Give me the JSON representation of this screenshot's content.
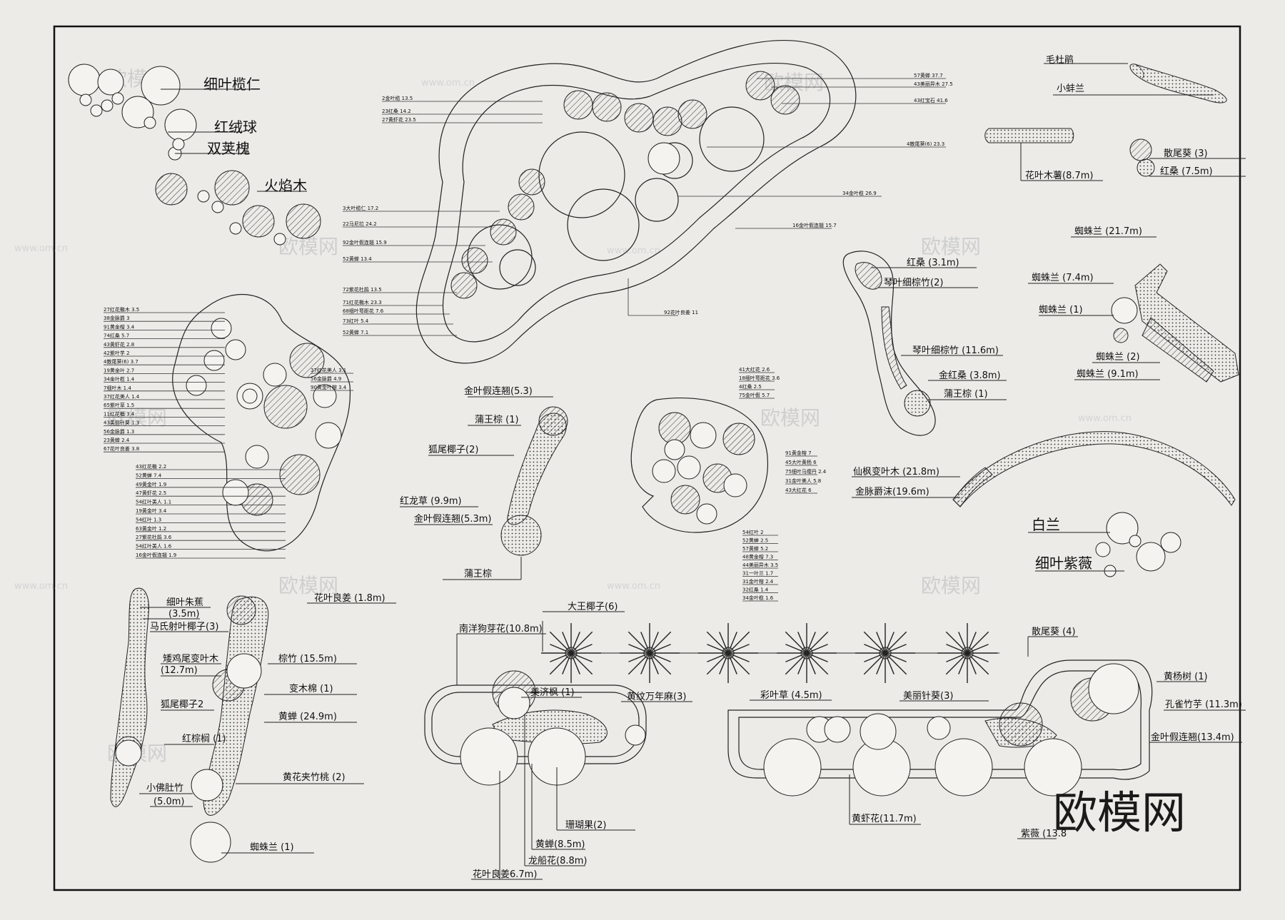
{
  "watermark": {
    "brand": "欧模网",
    "url": "www.om.cn"
  },
  "logo": {
    "text": "欧模网"
  },
  "legend": {
    "a1": "细叶榄仁",
    "a2": "红绒球",
    "a3": "双荚槐",
    "a4": "火焰木",
    "b1": "毛杜鹃",
    "b2": "小蚌兰",
    "c1": "花叶木薯(8.7m)",
    "c2": "散尾葵 (3)",
    "c3": "红桑 (7.5m)",
    "d1": "红桑 (3.1m)",
    "d2": "琴叶细棕竹(2)",
    "d3": "琴叶细棕竹 (11.6m)",
    "d4": "金红桑 (3.8m)",
    "d5": "蒲王棕 (1)",
    "e1": "蜘蛛兰 (21.7m)",
    "e2": "蜘蛛兰 (7.4m)",
    "e3": "蜘蛛兰 (1)",
    "e4": "蜘蛛兰 (2)",
    "e5": "蜘蛛兰 (9.1m)",
    "f1": "仙枫变叶木 (21.8m)",
    "f2": "金脉爵沫(19.6m)",
    "g1": "白兰",
    "g2": "细叶紫薇",
    "h1": "金叶假连翘(5.3)",
    "h2": "蒲王棕 (1)",
    "h3": "狐尾椰子(2)",
    "h4": "红龙草 (9.9m)",
    "h5": "金叶假连翘(5.3m)",
    "h6": "蒲王棕",
    "i1": "细叶朱蕉",
    "i2": "(3.5m)",
    "i3": "马氏射叶椰子(3)",
    "i4": "矮鸡尾变叶木",
    "i5": "(12.7m)",
    "i6": "狐尾椰子2",
    "i7": "红棕榈 (1)",
    "i8": "小佛肚竹",
    "i9": "(5.0m)",
    "j1": "花叶良姜 (1.8m)",
    "j2": "棕竹 (15.5m)",
    "j3": "变木棉 (1)",
    "j4": "黄蝉 (24.9m)",
    "j5": "黄花夹竹桃 (2)",
    "j6": "蜘蛛兰 (1)",
    "k1": "大王椰子(6)",
    "k2": "南洋狗芽花(10.8m)",
    "k3": "美济枫 (1)",
    "k4": "黄纹万年麻(3)",
    "k5": "彩叶草 (4.5m)",
    "k6": "美丽针葵(3)",
    "k7": "散尾葵 (4)",
    "k8": "黄杨树 (1)",
    "k9": "孔雀竹芋 (11.3m)",
    "k10": "金叶假连翘(13.4m)",
    "k11": "黄虾花(11.7m)",
    "k12": "紫薇 (13.8",
    "k13": "珊瑚果(2)",
    "k14": "黄蝉(8.5m)",
    "k15": "龙船花(8.8m)",
    "k16": "花叶良姜6.7m)"
  },
  "top_labels_left": [
    "3大叶榄仁 17.2",
    "22马尼拉 24.2",
    "92金叶假连翘 15.9",
    "52黄蝉 13.4",
    "72紫花杜鹃 13.5",
    "71红花檵木 23.3",
    "68细叶萼距花 7.6",
    "73红叶 5.4",
    "52黄蝉 7.1"
  ],
  "top_labels_upper": [
    "2金叶榄 13.5",
    "23红桑 14.2",
    "27黄虾花 23.5"
  ],
  "top_labels_right": [
    "57黄蝉 37.7",
    "43美丽异木 27.5",
    "43红宝石 41.6",
    "4散尾葵(6) 23.3",
    "34金叶榄 26.9",
    "16金叶假连翘 15.7",
    "92花叶良姜 11"
  ],
  "left_small_labels": [
    "27红花檵木 3.5",
    "38金脉爵 3",
    "91黄金榕 3.4",
    "74红桑 5.7",
    "43黄虾花 2.8",
    "42紫叶芋 2",
    "4散尾葵(6) 3.7",
    "19黄金叶 2.7",
    "34金叶榄 1.4",
    "7细叶木 1.4",
    "37红花美人 1.4",
    "65紫叶草 1.5",
    "11红花檵 3.4",
    "43美丽针葵 1.3",
    "56金脉爵 1.3",
    "23黄蝉 2.4",
    "67花叶良姜 3.8"
  ],
  "left_small_labels2": [
    "43红花檵 2.2",
    "52黄蝉 7.4",
    "49黄金叶 1.9",
    "47黄虾花 2.5",
    "54红叶美人 1.1",
    "19黄金叶 3.4",
    "54红叶 1.3",
    "63黄金叶 1.2",
    "27紫花杜鹃 3.6",
    "54红叶美人 1.6",
    "16金叶假连翘 1.9"
  ],
  "left_right_labels": [
    "37红花美人 3.1",
    "56金脉爵 4.9",
    "90黄金叶榕 3.4"
  ],
  "center_labels_top": [
    "41大红花 2.6",
    "18细叶萼距花 3.6",
    "4红桑 2.5",
    "75金叶假 5.7"
  ],
  "center_labels_right": [
    "91黄金榕 7",
    "45大叶黄杨 6",
    "75细叶马缨丹 2.4",
    "31金叶美人 5.8",
    "43大红花 6"
  ],
  "center_labels_bottom": [
    "54红叶 2",
    "52黄蝉 2.5",
    "57黄蝉 5.2",
    "48黄金榕 7.3",
    "44美丽异木 3.5",
    "31一叶兰 1.7",
    "31金叶榕 2.4",
    "32红桑 1.4",
    "34金叶榄 1.6"
  ]
}
